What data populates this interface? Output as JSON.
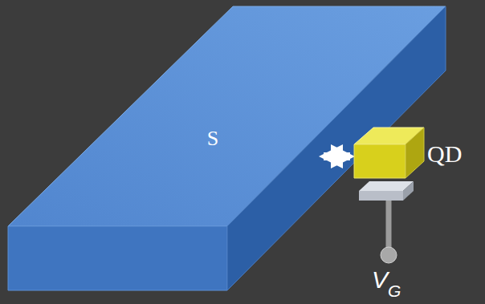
{
  "diagram": {
    "nodes": [
      {
        "text": [
          "S"
        ]
      },
      {
        "text": [
          "QD"
        ]
      }
    ],
    "edges": [
      {
        "from": 0,
        "to": 1,
        "arrow": "both"
      }
    ],
    "labels": [
      "V",
      "G"
    ]
  }
}
